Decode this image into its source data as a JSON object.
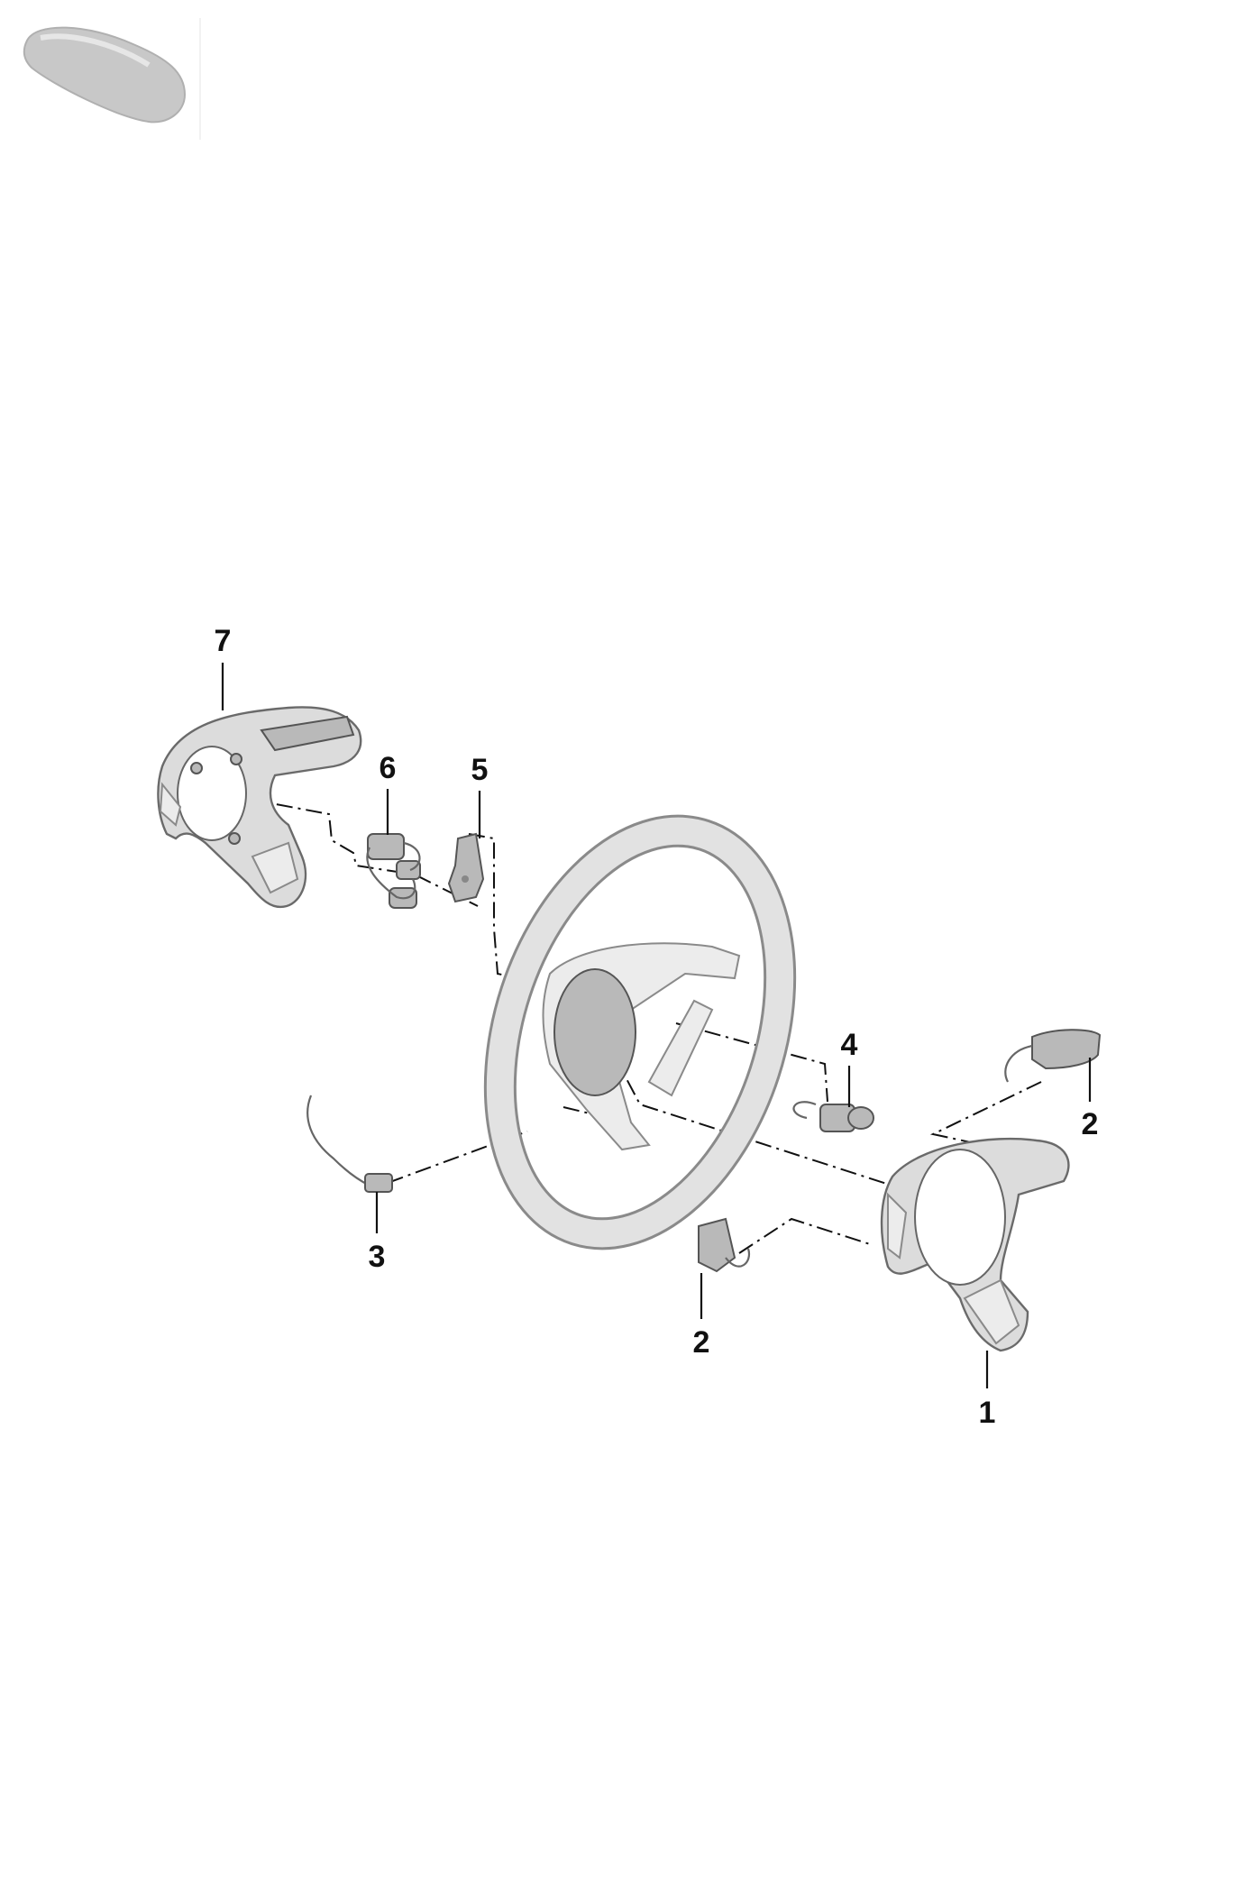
{
  "callouts": {
    "c1": "1",
    "c2a": "2",
    "c2b": "2",
    "c3": "3",
    "c4": "4",
    "c5": "5",
    "c6": "6",
    "c7": "7"
  },
  "colors": {
    "part_fill": "#dcdcdc",
    "part_stroke": "#6a6a6a",
    "line": "#111111"
  },
  "icons": {
    "vehicle_thumbnail": "car-silhouette-icon"
  }
}
